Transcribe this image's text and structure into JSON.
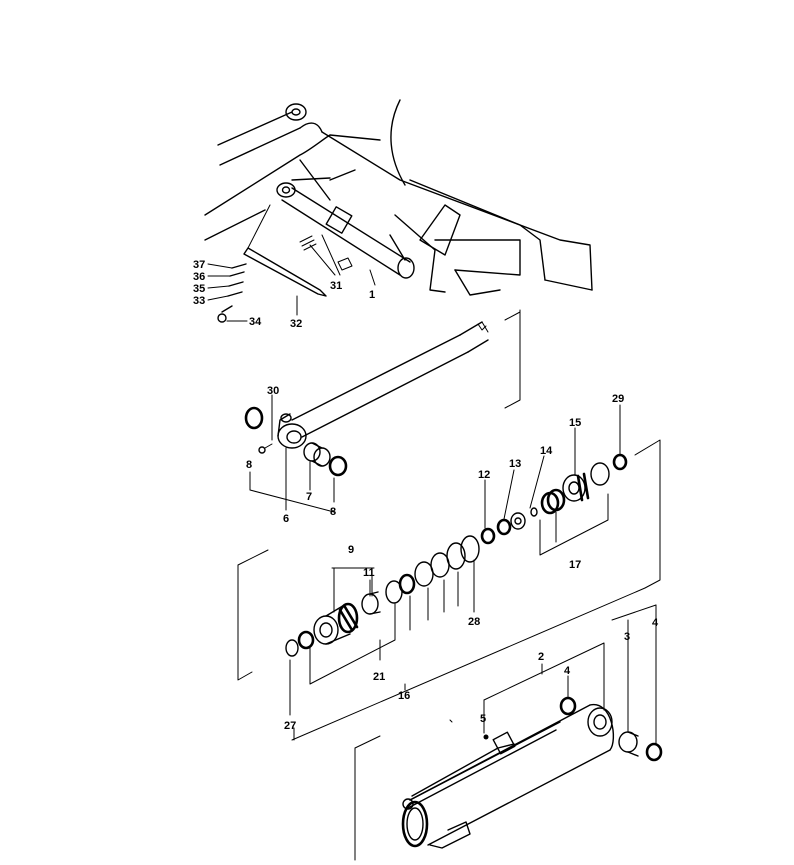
{
  "labels": {
    "l1": "1",
    "l2": "2",
    "l3": "3",
    "l4a": "4",
    "l4b": "4",
    "l5": "5",
    "l6": "6",
    "l7": "7",
    "l8a": "8",
    "l8b": "8",
    "l9": "9",
    "l11": "11",
    "l12": "12",
    "l13": "13",
    "l14": "14",
    "l15": "15",
    "l16": "16",
    "l17": "17",
    "l21": "21",
    "l27": "27",
    "l28": "28",
    "l29": "29",
    "l30": "30",
    "l31": "31",
    "l32": "32",
    "l33": "33",
    "l34": "34",
    "l35": "35",
    "l36": "36",
    "l37": "37"
  }
}
